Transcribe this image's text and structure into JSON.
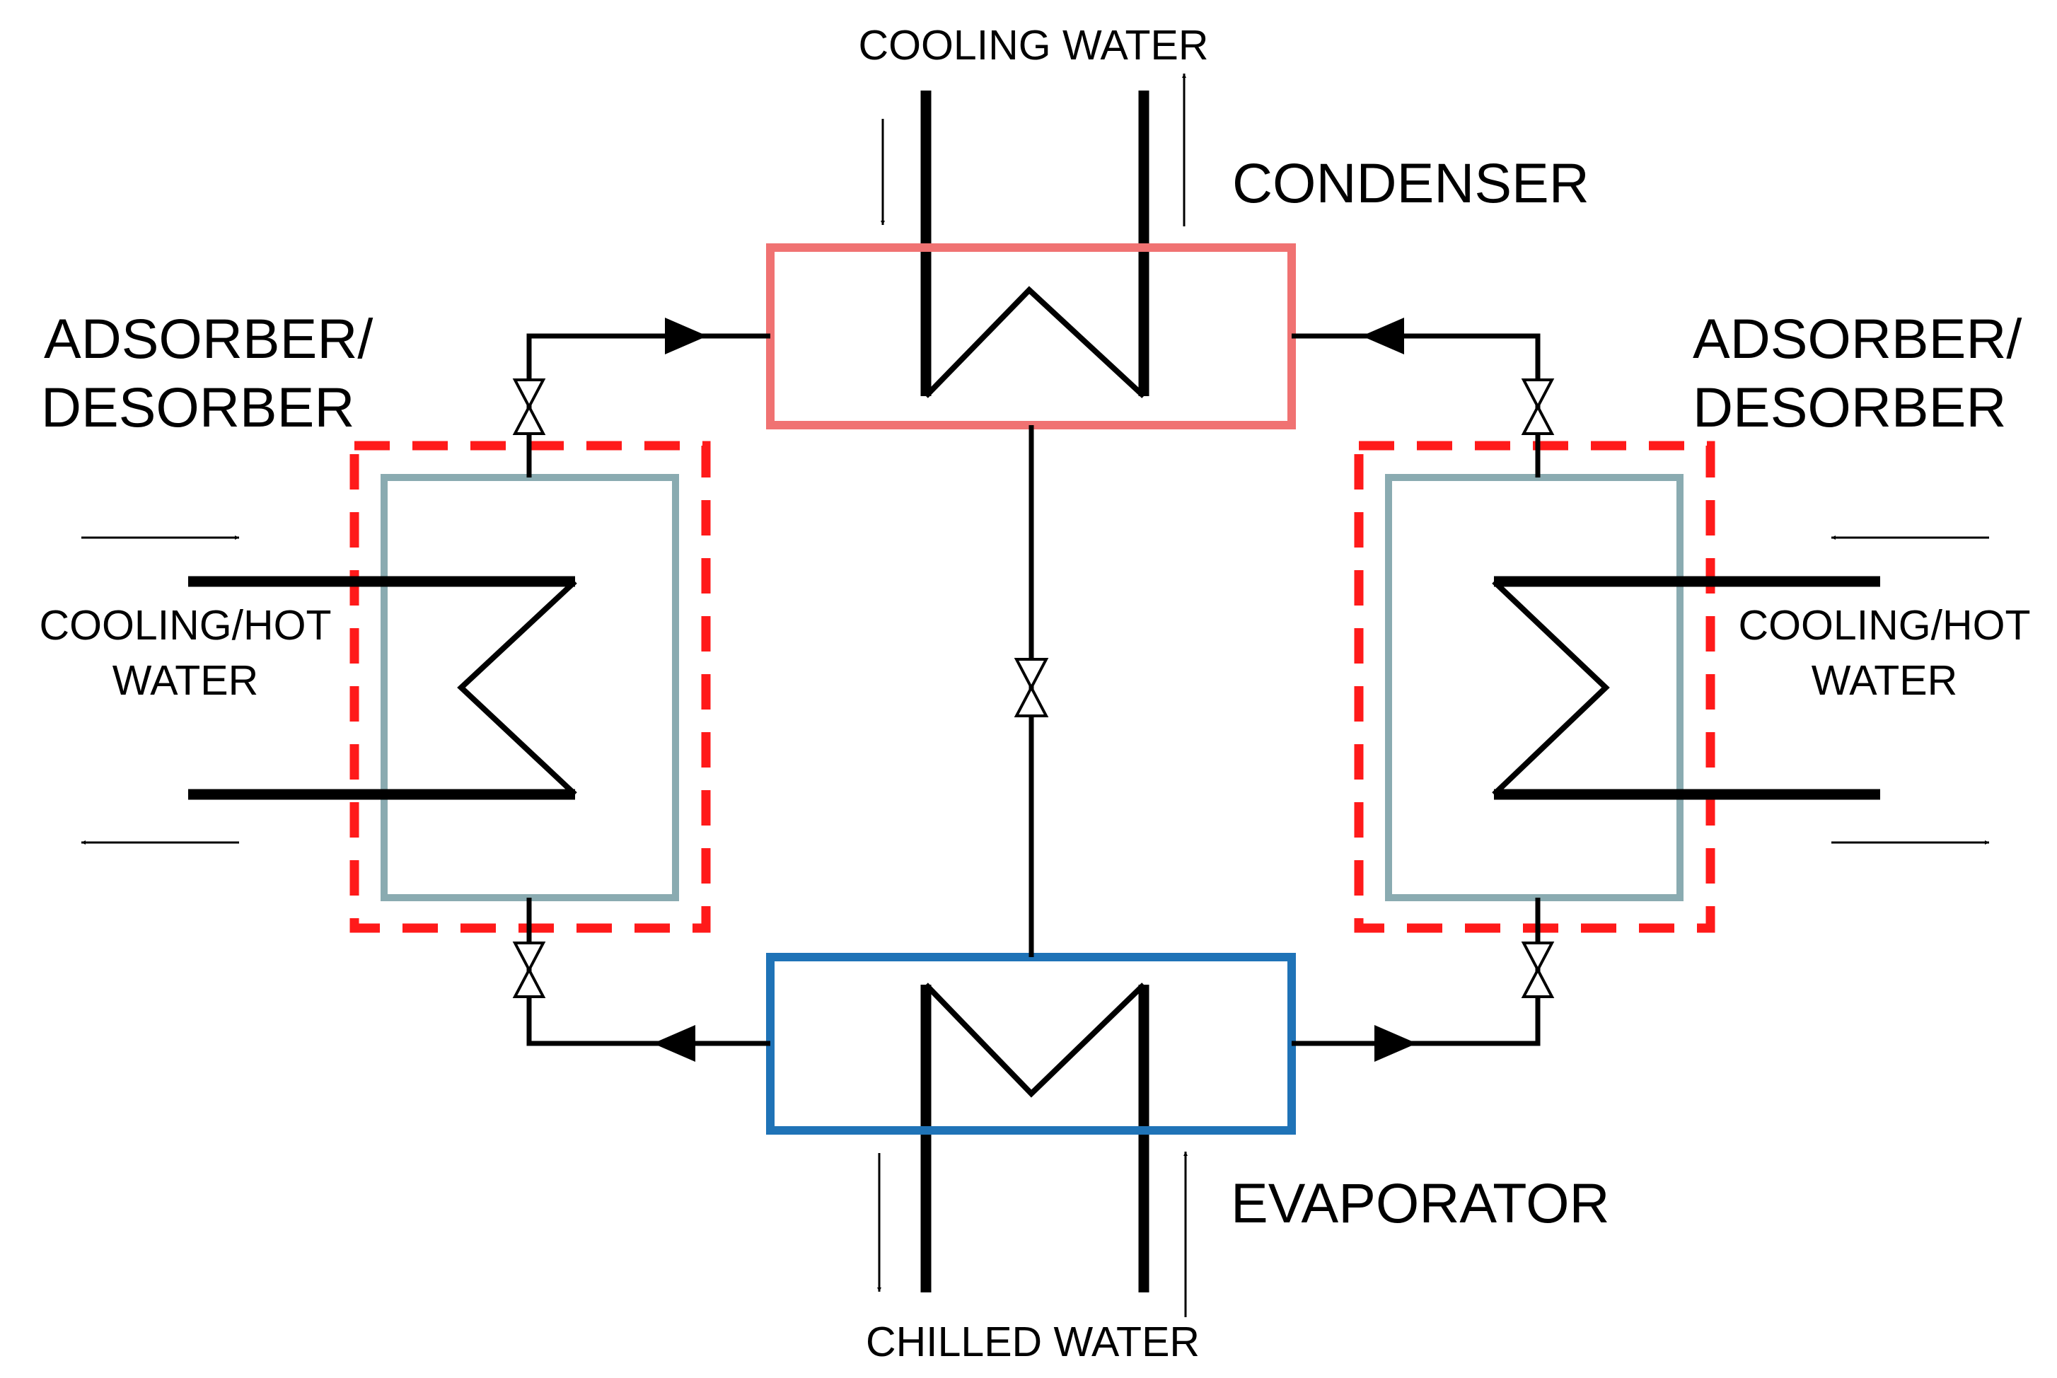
{
  "labels": {
    "cooling_water": "COOLING WATER",
    "condenser": "CONDENSER",
    "evaporator": "EVAPORATOR",
    "chilled_water": "CHILLED WATER",
    "left_adsorber_line1": "ADSORBER/",
    "left_adsorber_line2": "DESORBER",
    "right_adsorber_line1": "ADSORBER/",
    "right_adsorber_line2": "DESORBER",
    "left_water_line1": "COOLING/HOT",
    "left_water_line2": "WATER",
    "right_water_line1": "COOLING/HOT",
    "right_water_line2": "WATER"
  },
  "colors": {
    "condenser": "#f07272",
    "evaporator": "#1f73b7",
    "adsorber_bed": "#8aabb1",
    "adsorber_boundary": "#ff1a1a",
    "line": "#000000"
  }
}
